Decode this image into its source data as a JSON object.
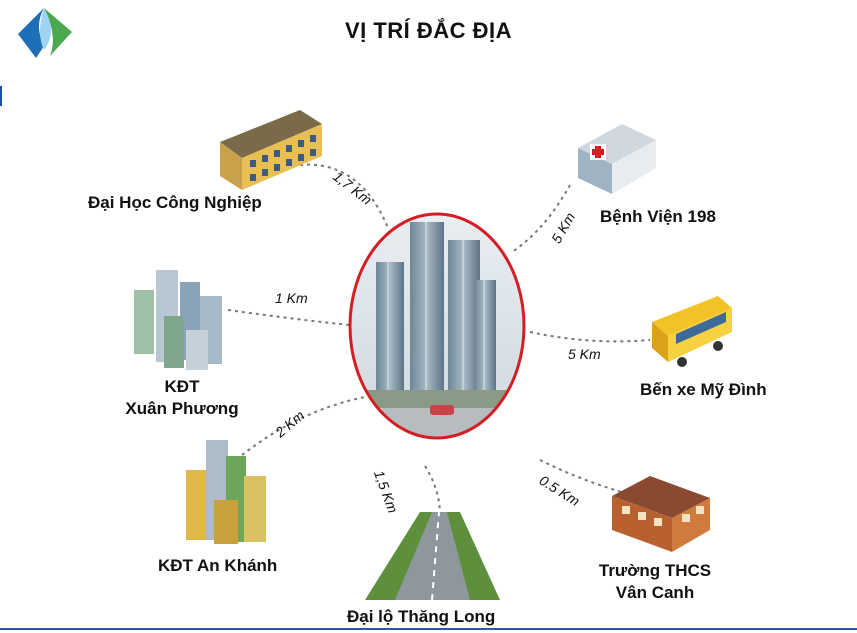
{
  "title": "VỊ TRÍ ĐẮC ĐỊA",
  "places": {
    "dai_hoc": "Đại Học Công Nghiệp",
    "kdt_xp_1": "KĐT",
    "kdt_xp_2": "Xuân Phương",
    "kdt_ak": "KĐT An Khánh",
    "dai_lo": "Đại lộ Thăng Long",
    "benh_vien": "Bệnh Viện 198",
    "ben_xe": "Bến xe Mỹ Đình",
    "truong_1": "Trường THCS",
    "truong_2": "Vân Canh"
  },
  "distances": {
    "dai_hoc": "1,7 Km",
    "kdt_xp": "1 Km",
    "kdt_ak": "2 Km",
    "dai_lo": "1,5 Km",
    "benh_vien": "5 Km",
    "ben_xe": "5 Km",
    "truong": "0.5 Km"
  },
  "colors": {
    "ring": "#d41e24",
    "connector": "#777777",
    "logo_green": "#4aa84f",
    "logo_blue": "#1e6fb7"
  }
}
